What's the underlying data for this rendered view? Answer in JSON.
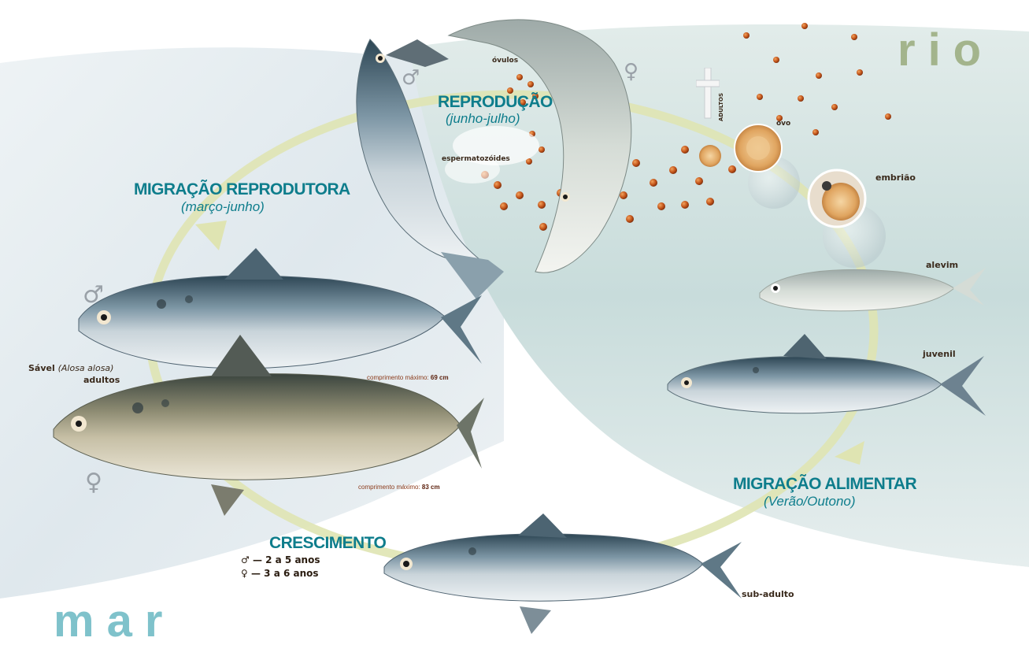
{
  "regions": {
    "river": "rio",
    "sea": "mar"
  },
  "stages": {
    "reproduction": {
      "title": "REPRODUÇÃO",
      "period": "(junho-julho)"
    },
    "reproductive_migration": {
      "title": "MIGRAÇÃO REPRODUTORA",
      "period": "(março-junho)"
    },
    "feeding_migration": {
      "title": "MIGRAÇÃO ALIMENTAR",
      "period": "(Verão/Outono)"
    },
    "growth": {
      "title": "CRESCIMENTO",
      "male_symbol": "♂",
      "male_years": "— 2 a 5 anos",
      "female_symbol": "♀",
      "female_years": "— 3 a 6 anos"
    }
  },
  "labels": {
    "ovules": "óvulos",
    "sperm": "espermatozóides",
    "egg": "ovo",
    "embryo": "embrião",
    "larva": "alevim",
    "juvenile": "juvenil",
    "subadult": "sub-adulto",
    "adults_vertical": "ADULTOS",
    "species_name": "Sável",
    "species_latin": "(Alosa alosa)",
    "species_stage": "adultos"
  },
  "symbols": {
    "male": "♂",
    "female": "♀"
  },
  "lengths": {
    "male": {
      "label": "comprimento máximo:",
      "value": "69 cm"
    },
    "female": {
      "label": "comprimento máximo:",
      "value": "83 cm"
    }
  },
  "colors": {
    "stage_text": "#0e7d8c",
    "river_word": "#a3b48c",
    "sea_word": "#7fc2cb",
    "eggs": "#c2541a",
    "cycle_ring": "#dfe4b2"
  },
  "icons": {
    "death_marker": "cross-icon"
  }
}
